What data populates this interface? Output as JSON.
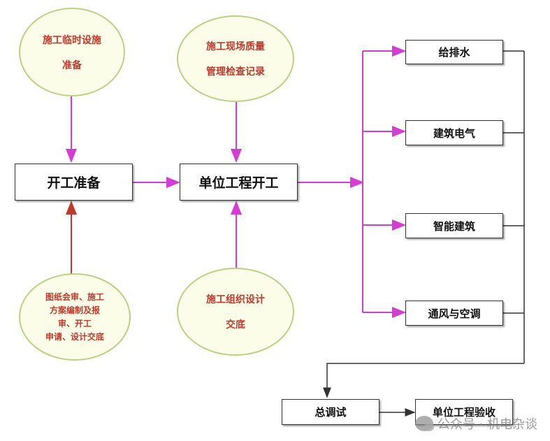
{
  "prep_ellipse": {
    "line1": "施工临时设施",
    "line2": "准备"
  },
  "quality_ellipse": {
    "line1": "施工现场质量",
    "line2": "管理检查记录"
  },
  "review_ellipse": {
    "line1": "图纸会审、施工",
    "line2": "方案编制及报",
    "line3": "审、开工",
    "line4": "申请、设计交底"
  },
  "design_ellipse": {
    "line1": "施工组织设计",
    "line2": "交底"
  },
  "boxes": {
    "start_prep": "开工准备",
    "unit_start": "单位工程开工",
    "water": "给排水",
    "electric": "建筑电气",
    "smart": "智能建筑",
    "hvac": "通风与空调",
    "commission": "总调试",
    "acceptance": "单位工程验收"
  },
  "watermark": {
    "text": "公众号 · 机电杂谈"
  },
  "colors": {
    "magenta_arrow": "#d63bd6",
    "red_arrow": "#c0392b",
    "black_line": "#333333",
    "ellipse_border": "#b9d27d",
    "ellipse_text": "#c0392b"
  }
}
